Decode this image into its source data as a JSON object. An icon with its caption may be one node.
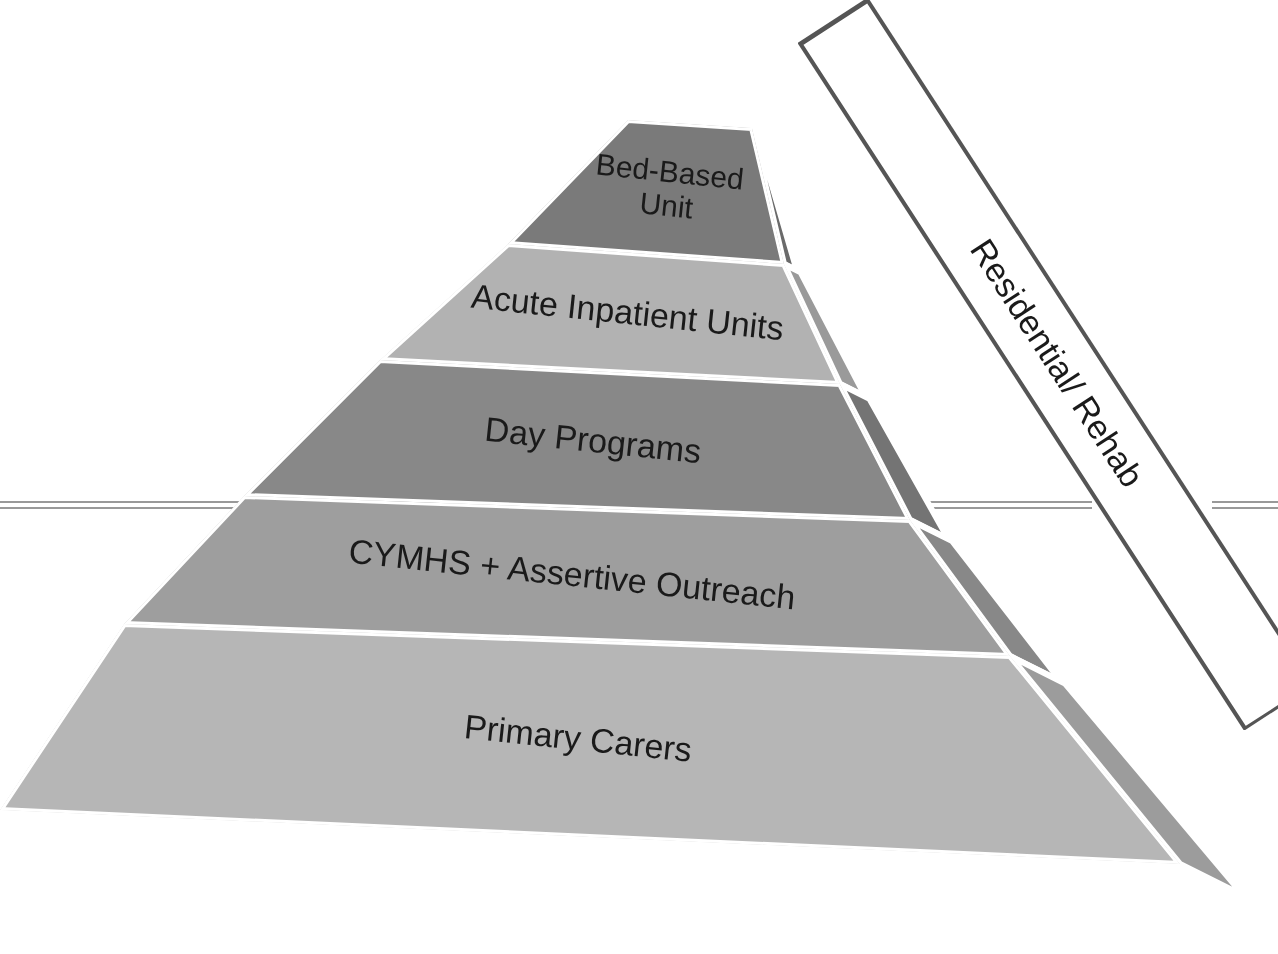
{
  "diagram": {
    "nodes": [
      {
        "text": [
          "Bed-Based Unit"
        ]
      },
      {
        "text": [
          "Acute Inpatient Units"
        ]
      },
      {
        "text": [
          "Day Programs"
        ]
      },
      {
        "text": [
          "CYMHS + Assertive Outreach"
        ]
      },
      {
        "text": [
          "Primary Carers"
        ]
      },
      {
        "text": [
          "Residential/ Rehab"
        ]
      }
    ]
  }
}
